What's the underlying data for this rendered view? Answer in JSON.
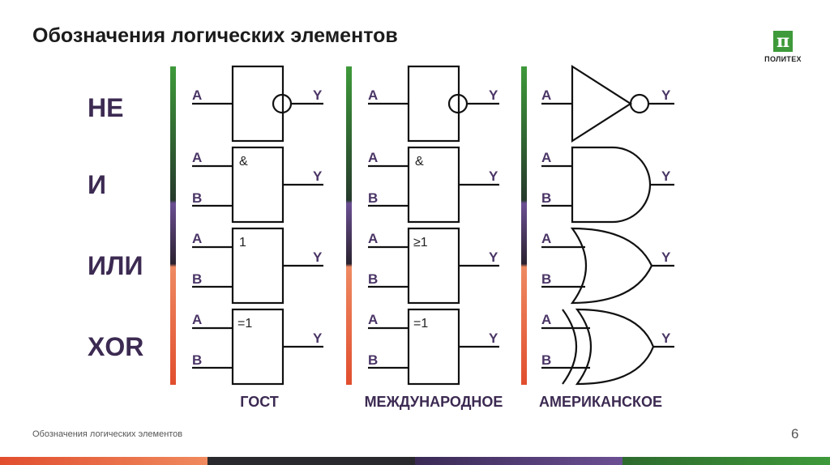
{
  "slide": {
    "title": "Обозначения логических элементов",
    "footer": "Обозначения логических элементов",
    "page_number": "6",
    "logo": {
      "mark": "π",
      "text": "ПОЛИТЕХ"
    }
  },
  "rows": [
    "НЕ",
    "И",
    "ИЛИ",
    "XOR"
  ],
  "columns": [
    "ГОСТ",
    "МЕЖДУНАРОДНОЕ",
    "АМЕРИКАНСКОЕ"
  ],
  "pins": {
    "a": "A",
    "b": "B",
    "y": "Y"
  },
  "symbols": {
    "gost": [
      "",
      "&",
      "1",
      "=1"
    ],
    "international": [
      "",
      "&",
      "≥1",
      "=1"
    ]
  },
  "colors": {
    "green": "#3e9a3a",
    "dark": "#263a2c",
    "purple": "#6b4f93",
    "orange": "#e8643a",
    "text_purple": "#3c2a52"
  }
}
